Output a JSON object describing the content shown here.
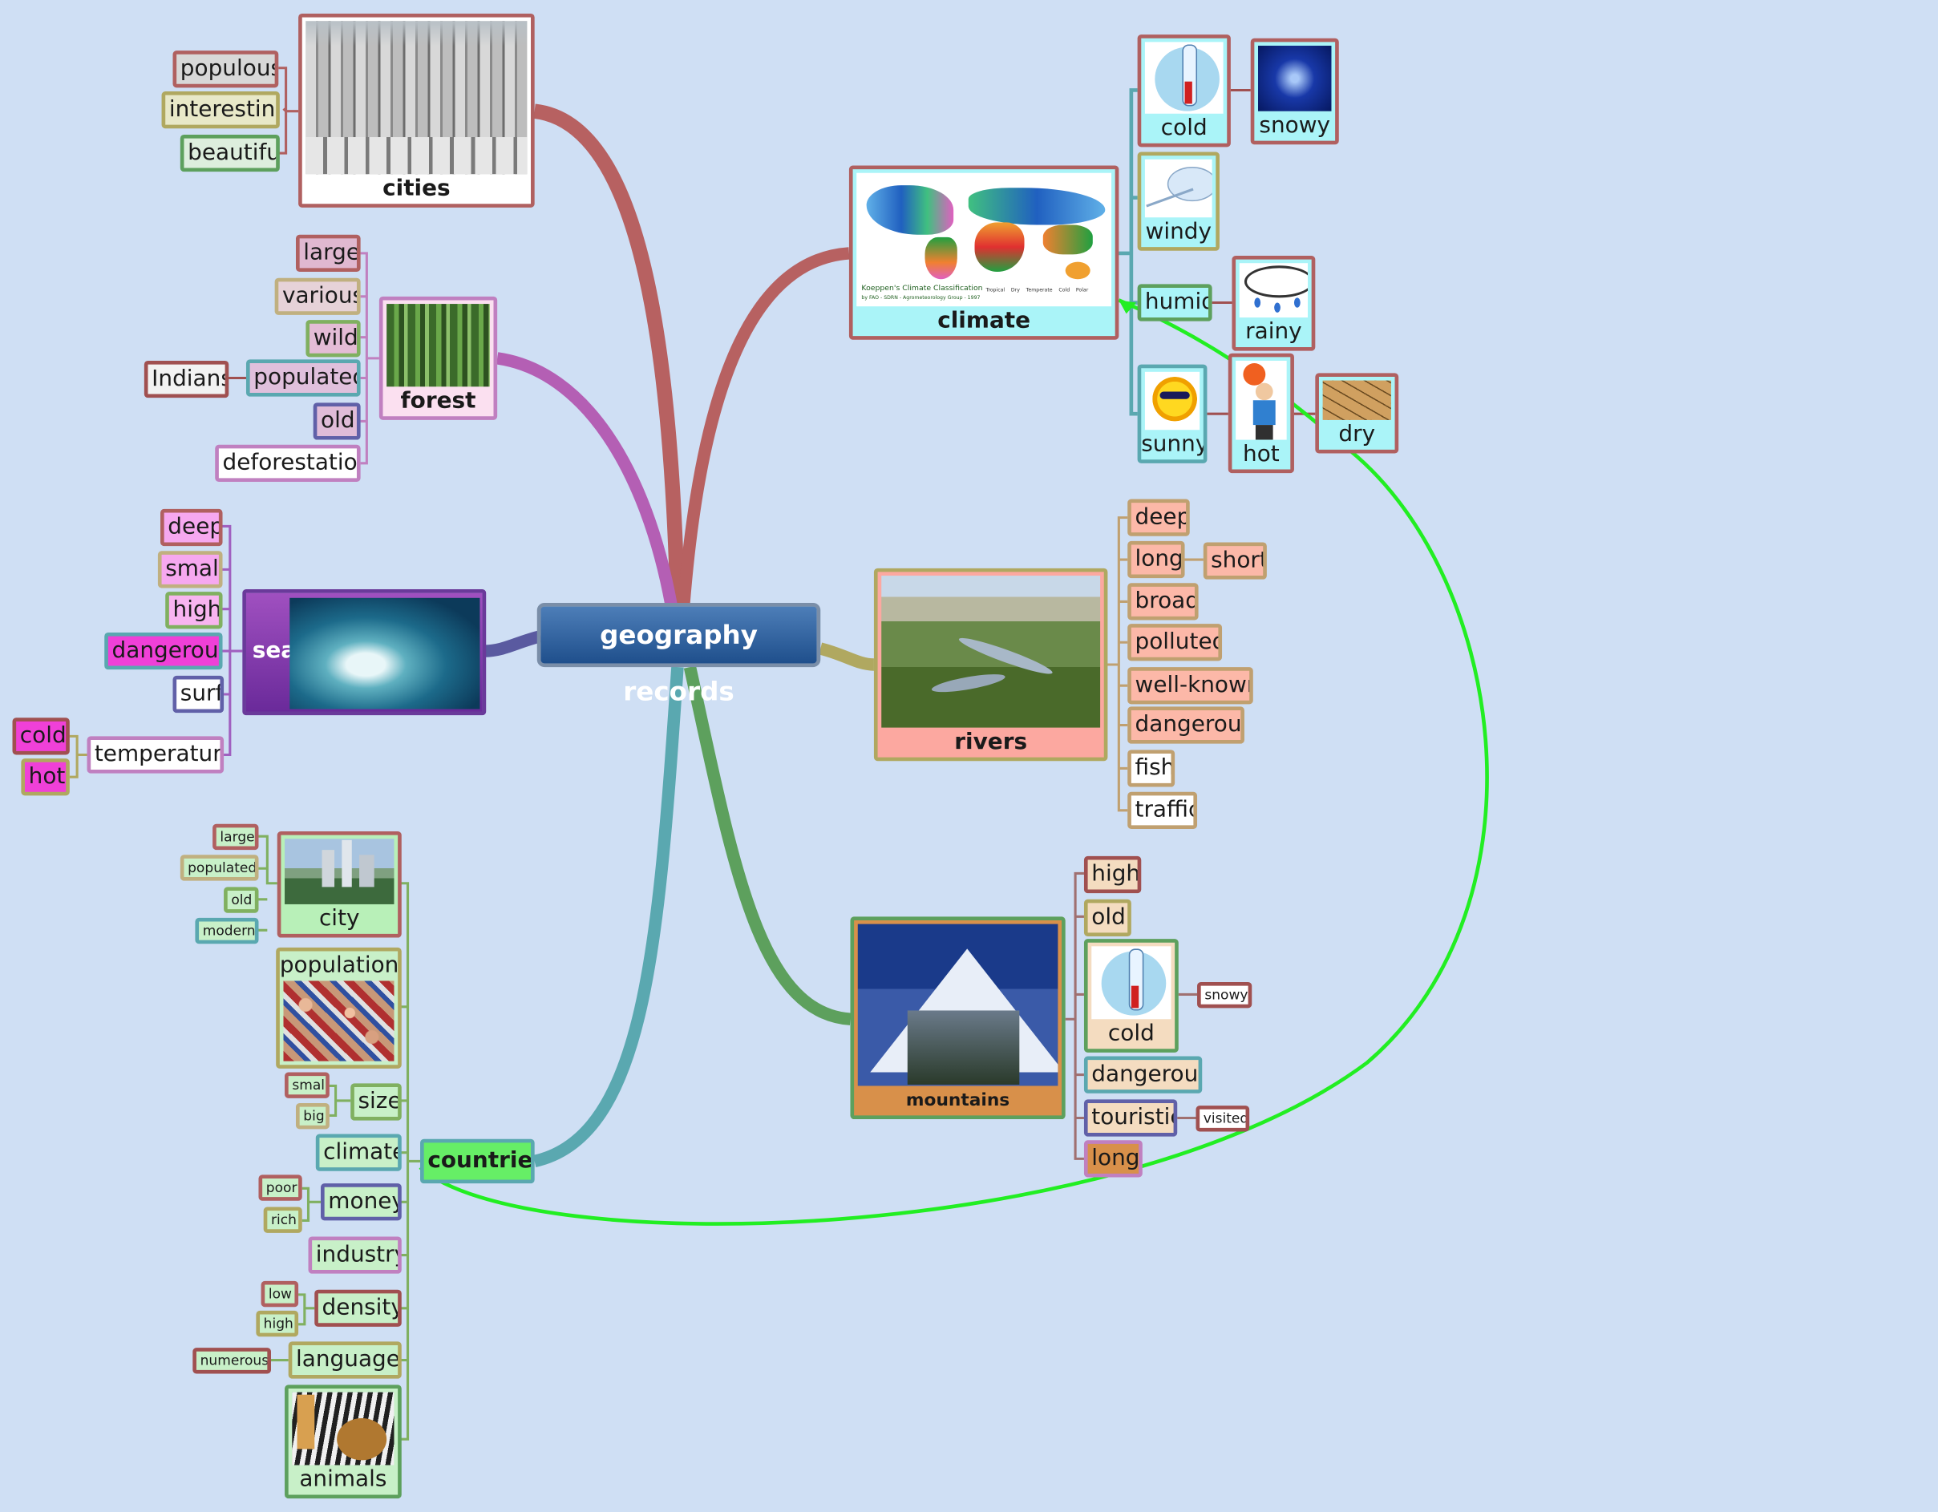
{
  "central": {
    "label": "geography records"
  },
  "colors": {
    "background": "#cfdff4",
    "cross_link": "#22ee22"
  },
  "cities": {
    "label": "cities",
    "image": "city-skyscrapers-photo",
    "children": [
      "populous",
      "interesting",
      "beautiful"
    ]
  },
  "forest": {
    "label": "forest",
    "image": "forest-trees-photo",
    "children": [
      "large",
      "various",
      "wild",
      "populated",
      "old",
      "deforestation"
    ],
    "populated_child": "Indians"
  },
  "sea": {
    "label": "sea",
    "image": "ocean-wave-photo",
    "children": [
      "deep",
      "small",
      "high",
      "dangerous",
      "surf",
      "temperature"
    ],
    "temperature_children": [
      "cold",
      "hot"
    ]
  },
  "countries": {
    "label": "countries",
    "city": {
      "label": "city",
      "image": "city-skyline-photo",
      "children": [
        "large",
        "populated",
        "old",
        "modern"
      ]
    },
    "population": {
      "label": "population",
      "image": "crowd-photo"
    },
    "size": {
      "label": "size",
      "children": [
        "small",
        "big"
      ]
    },
    "climate": {
      "label": "climate"
    },
    "money": {
      "label": "money",
      "children": [
        "poor",
        "rich"
      ]
    },
    "industry": {
      "label": "industry"
    },
    "density": {
      "label": "density",
      "children": [
        "low",
        "high"
      ]
    },
    "languages": {
      "label": "languages",
      "children": [
        "numerous"
      ]
    },
    "animals": {
      "label": "animals",
      "image": "wild-animals-photo"
    }
  },
  "climate": {
    "label": "climate",
    "image": "koeppen-climate-map",
    "map_title": "Koeppen's Climate Classification",
    "map_credit": "by FAO - SDRN - Agrometeorology Group - 1997",
    "map_legend": [
      "Tropical",
      "Dry",
      "Temperate",
      "Cold",
      "Polar"
    ],
    "cold": {
      "label": "cold",
      "image": "thermometer-snowflake-icon",
      "child": "snowy",
      "child_image": "snowflakes-icon"
    },
    "windy": {
      "label": "windy",
      "image": "wind-cloud-icon"
    },
    "humid": {
      "label": "humid",
      "child": "rainy",
      "child_image": "rain-cloud-icon"
    },
    "sunny": {
      "label": "sunny",
      "image": "sun-sunglasses-icon"
    },
    "hot": {
      "label": "hot",
      "image": "sweating-man-icon",
      "child": "dry",
      "child_image": "cracked-earth-icon"
    }
  },
  "rivers": {
    "label": "rivers",
    "image": "river-valley-photo",
    "children": [
      "deep",
      "long",
      "broad",
      "polluted",
      "well-known",
      "dangerous",
      "fish",
      "traffic"
    ],
    "long_child": "short"
  },
  "mountains": {
    "label": "mountains",
    "image": "snowy-mountain-photo",
    "children": [
      "high",
      "old",
      "dangerous",
      "touristic",
      "long"
    ],
    "cold": {
      "label": "cold",
      "image": "thermometer-snowflake-icon",
      "child": "snowy"
    },
    "touristic_child": "visited"
  }
}
